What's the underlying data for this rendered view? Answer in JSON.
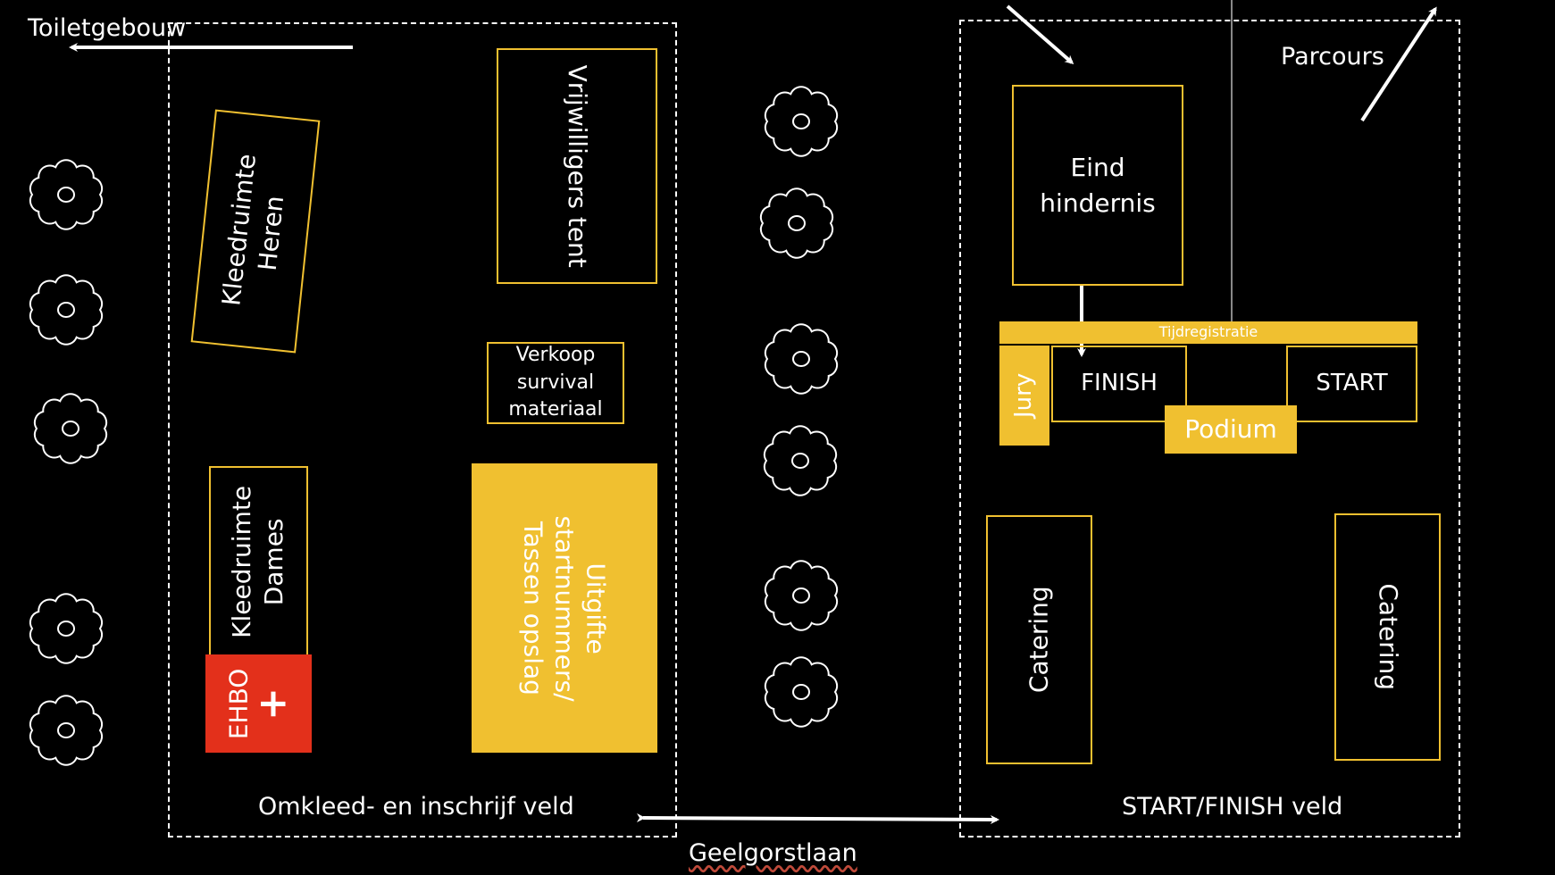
{
  "labels": {
    "toilet": "Toiletgebouw",
    "parcours": "Parcours",
    "street": "Geelgorstlaan"
  },
  "zones": {
    "left": {
      "label": "Omkleed- en inschrijf veld"
    },
    "right": {
      "label": "START/FINISH veld"
    }
  },
  "left_zone_items": {
    "kleedruimte_heren": [
      "Kleedruimte",
      "Heren"
    ],
    "vrijwilligers": "Vrijwilligers tent",
    "verkoop": [
      "Verkoop",
      "survival",
      "materiaal"
    ],
    "uitgifte": [
      "Uitgifte",
      "startnummers/",
      "Tassen opslag"
    ],
    "kleedruimte_dames": [
      "Kleedruimte",
      "Dames"
    ],
    "ehbo": "EHBO",
    "ehbo_symbol": "+"
  },
  "right_zone_items": {
    "eind_hindernis": [
      "Eind",
      "hindernis"
    ],
    "tijdregistratie": "Tijdregistratie",
    "jury": "Jury",
    "finish": "FINISH",
    "start": "START",
    "podium": "Podium",
    "catering_left": "Catering",
    "catering_right": "Catering"
  },
  "colors": {
    "accent_yellow": "#f0c030",
    "ehbo_red": "#e3301b",
    "background": "#000000",
    "line": "#ffffff"
  }
}
